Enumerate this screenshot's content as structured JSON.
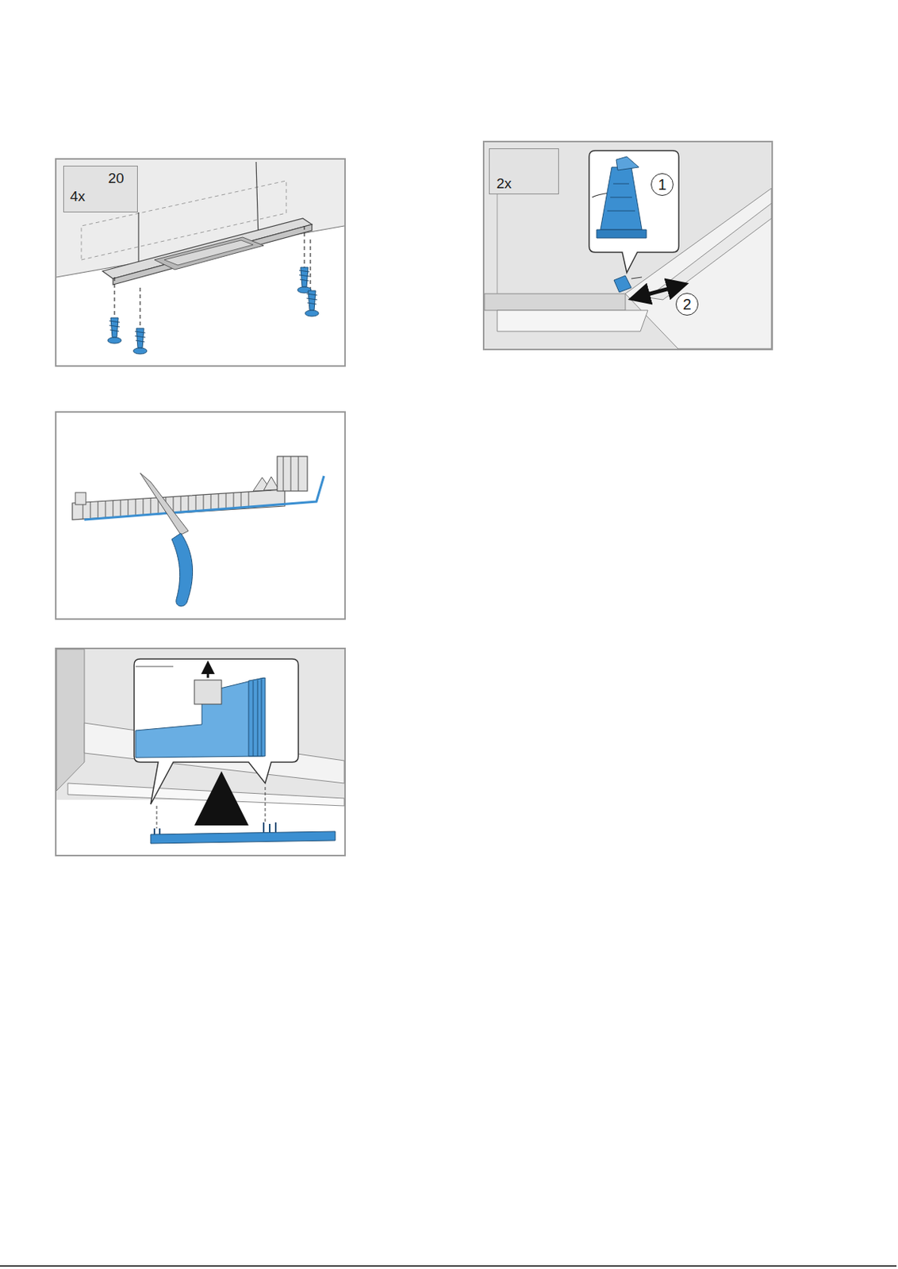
{
  "diagram": {
    "nodes": [
      {
        "text": [
          "20",
          "4x"
        ]
      },
      {
        "text": [
          "2x"
        ]
      },
      {
        "text": [
          "1"
        ]
      },
      {
        "text": [
          "2"
        ]
      }
    ]
  }
}
